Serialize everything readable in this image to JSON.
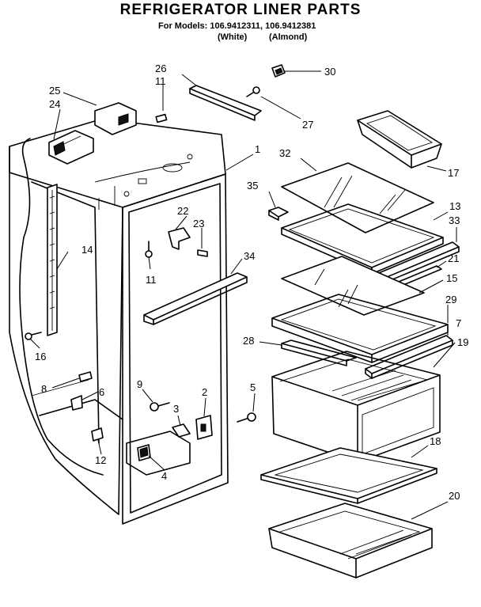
{
  "header": {
    "title": "REFRIGERATOR LINER PARTS",
    "models": "For Models: 106.9412311, 106.9412381",
    "color_white": "(White)",
    "color_almond": "(Almond)"
  },
  "part_labels": {
    "p1": "1",
    "p2": "2",
    "p3": "3",
    "p4": "4",
    "p5": "5",
    "p6": "6",
    "p7": "7",
    "p8": "8",
    "p9": "9",
    "p11a": "11",
    "p11b": "11",
    "p12": "12",
    "p13": "13",
    "p14": "14",
    "p15": "15",
    "p16": "16",
    "p17": "17",
    "p18": "18",
    "p19": "19",
    "p20": "20",
    "p21": "21",
    "p22": "22",
    "p23": "23",
    "p24": "24",
    "p25": "25",
    "p26": "26",
    "p27": "27",
    "p28": "28",
    "p29": "29",
    "p30": "30",
    "p32": "32",
    "p33": "33",
    "p34": "34",
    "p35": "35"
  }
}
